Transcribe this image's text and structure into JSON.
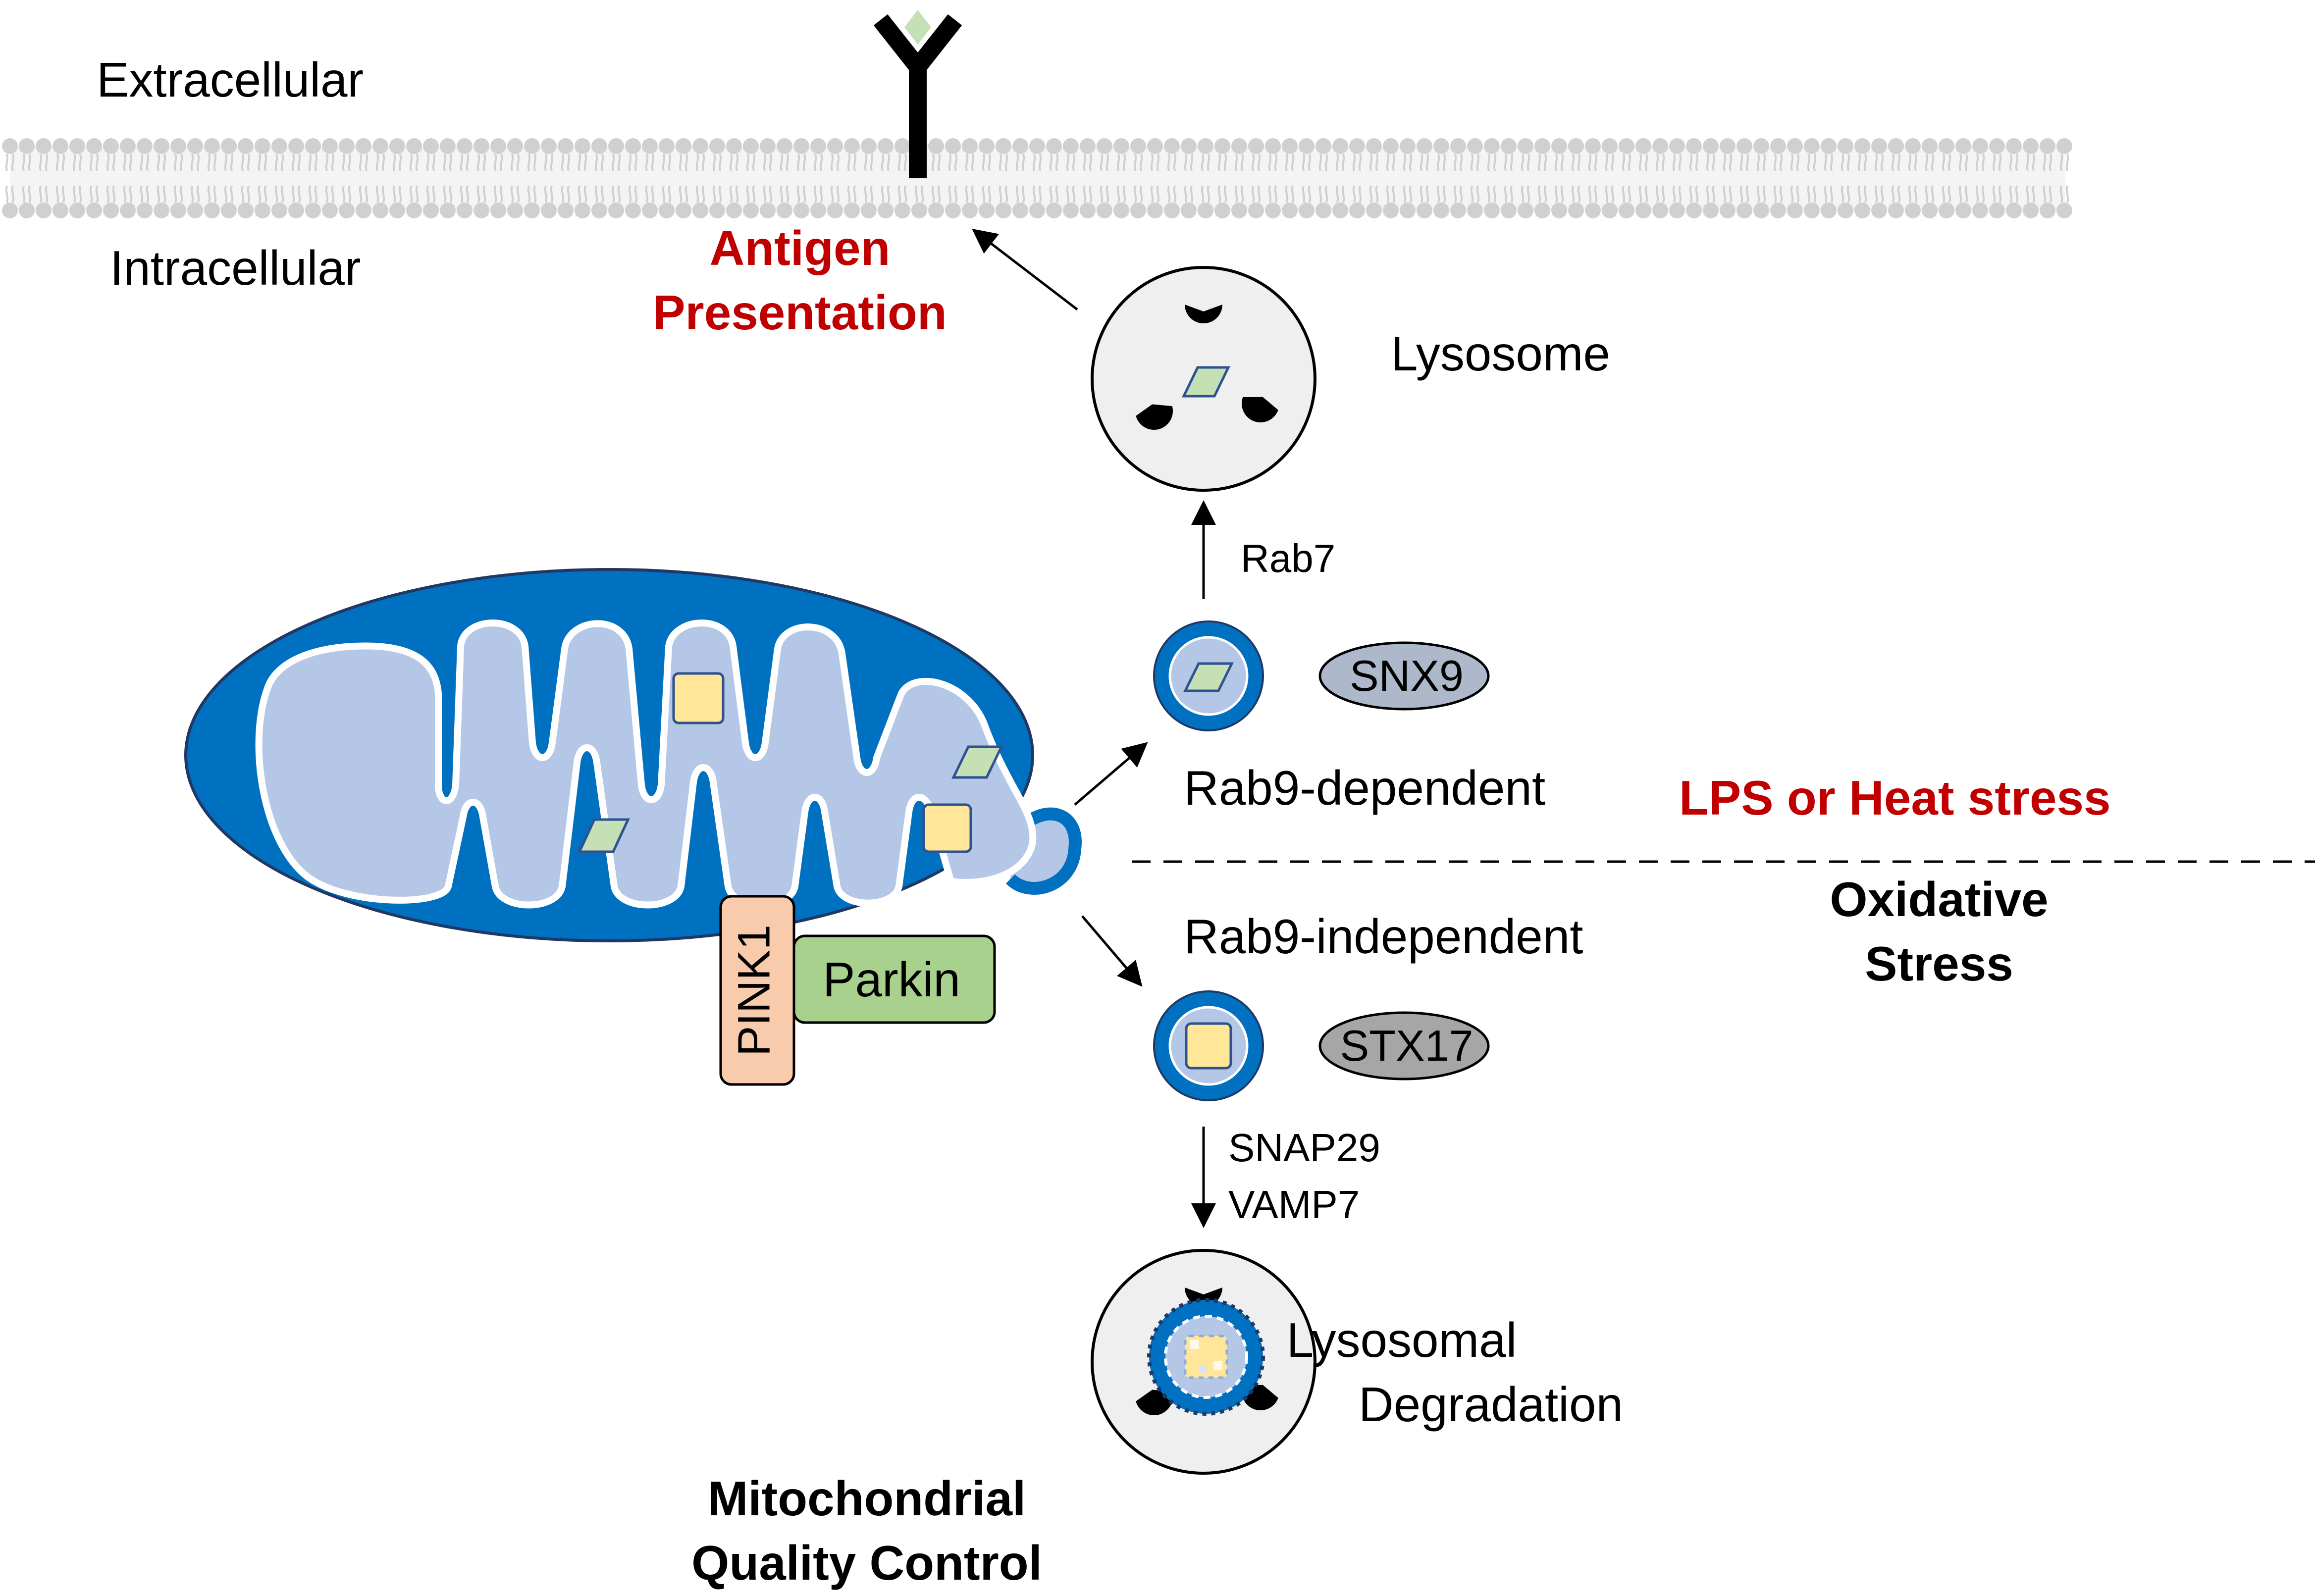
{
  "regions": {
    "extracellular": "Extracellular",
    "intracellular": "Intracellular"
  },
  "antigen_presentation": {
    "line1": "Antigen",
    "line2": "Presentation"
  },
  "lysosome_label": "Lysosome",
  "rab7_label": "Rab7",
  "snx9_label": "SNX9",
  "rab9_dependent_label": "Rab9-dependent",
  "rab9_independent_label": "Rab9-independent",
  "stx17_label": "STX17",
  "snap29_label": "SNAP29",
  "vamp7_label": "VAMP7",
  "lysosomal_degradation": {
    "line1": "Lysosomal",
    "line2": "Degradation"
  },
  "stress": {
    "lps_heat": "LPS or Heat stress",
    "oxidative_line1": "Oxidative",
    "oxidative_line2": "Stress"
  },
  "pink1_label": "PINK1",
  "parkin_label": "Parkin",
  "mqc": {
    "line1": "Mitochondrial",
    "line2": "Quality Control"
  },
  "colors": {
    "emphasis_red": "#C00000",
    "mito_dark_blue": "#0070C0",
    "mito_light_blue": "#B4C7E7",
    "membrane_gray": "#D0D0D0",
    "pink1_fill": "#F8CBAD",
    "parkin_fill": "#A9D18E",
    "snx9_fill": "#ADB9CA",
    "stx17_fill": "#A6A6A6",
    "cargo_yellow": "#FFE699",
    "cargo_green": "#C5E0B4"
  },
  "icons": [
    "receptor-icon",
    "mitochondrion-icon",
    "lysosome-icon",
    "vesicle-icon",
    "hydrolase-icon"
  ]
}
